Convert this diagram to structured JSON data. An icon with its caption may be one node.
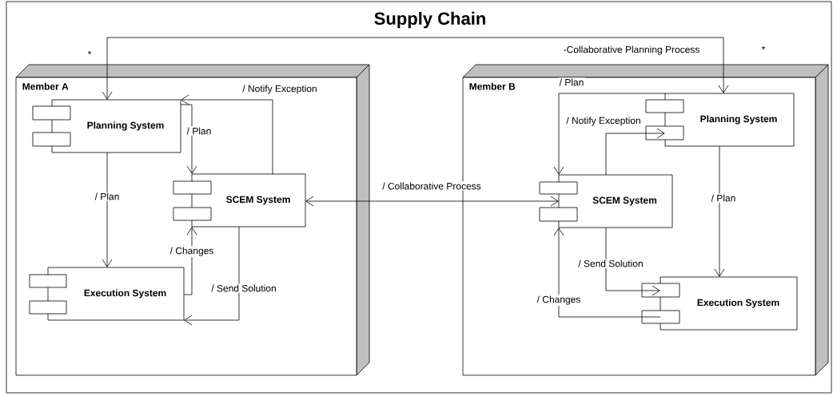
{
  "diagram": {
    "title": "Supply Chain",
    "nodes": [
      {
        "text": [],
        "shape": "box"
      },
      {
        "text": [
          "Member A"
        ],
        "in": 0
      },
      {
        "text": [
          "Planning System"
        ],
        "in": 1
      },
      {
        "text": [
          "SCEM System"
        ],
        "in": 1
      },
      {
        "text": [
          "Execution System"
        ],
        "in": 1
      },
      {
        "text": [
          "Member B"
        ],
        "in": 0
      },
      {
        "text": [
          "Planning System"
        ],
        "in": 5
      },
      {
        "text": [
          "SCEM System"
        ],
        "in": 5
      },
      {
        "text": [
          "Execution System"
        ],
        "in": 5
      }
    ],
    "edges": [
      {
        "from": 2,
        "to": 6,
        "arrow": "both",
        "label": "-Collaborative Planning Process"
      },
      {
        "from": 3,
        "to": 2,
        "arrow": "to",
        "label": "/ Notify Exception"
      },
      {
        "from": 2,
        "to": 3,
        "arrow": "to",
        "label": "/ Plan"
      },
      {
        "from": 2,
        "to": 4,
        "arrow": "to",
        "label": "/ Plan"
      },
      {
        "from": 4,
        "to": 3,
        "arrow": "to",
        "label": "/ Changes"
      },
      {
        "from": 3,
        "to": 4,
        "arrow": "to",
        "label": "/ Send Solution"
      },
      {
        "from": 7,
        "to": 3,
        "arrow": "both",
        "label": "/ Collaborative Process"
      },
      {
        "from": 6,
        "to": 7,
        "arrow": "to",
        "label": "/ Plan"
      },
      {
        "from": 7,
        "to": 6,
        "arrow": "to",
        "label": "/ Notify Exception"
      },
      {
        "from": 6,
        "to": 8,
        "arrow": "to",
        "label": "/ Plan"
      },
      {
        "from": 7,
        "to": 8,
        "arrow": "to",
        "label": "/ Send Solution"
      },
      {
        "from": 8,
        "to": 7,
        "arrow": "to",
        "label": "/ Changes"
      }
    ],
    "labels": [
      "*",
      "*"
    ]
  }
}
